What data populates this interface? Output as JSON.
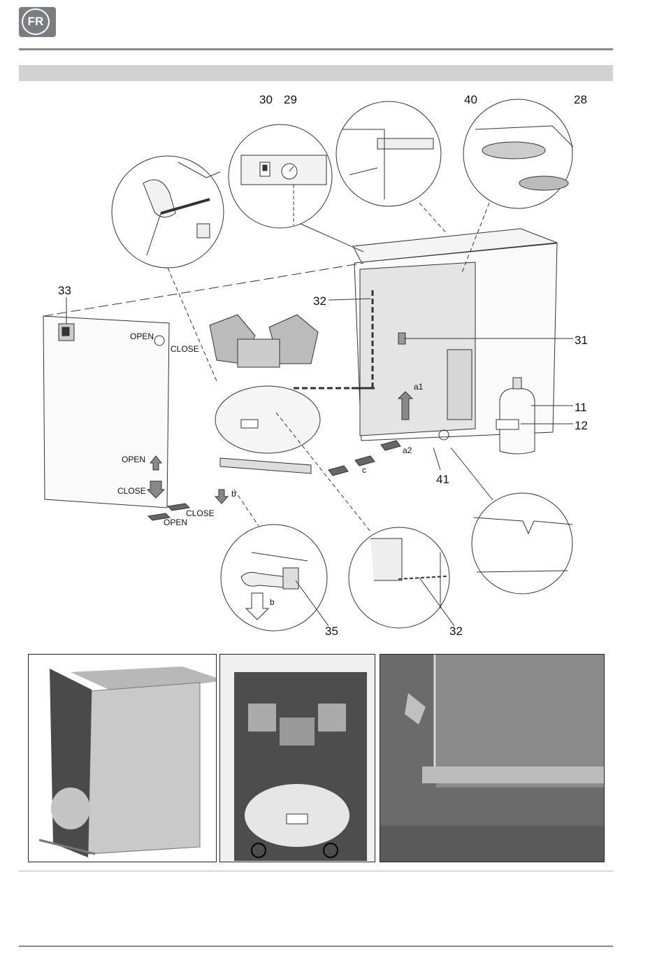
{
  "header": {
    "language_badge": "FR"
  },
  "callouts": {
    "n30": "30",
    "n29": "29",
    "n40": "40",
    "n28": "28",
    "n33": "33",
    "n32a": "32",
    "n31": "31",
    "n11": "11",
    "n12": "12",
    "n41": "41",
    "n35": "35",
    "n32b": "32"
  },
  "labels": {
    "open_1": "OPEN",
    "close_1": "CLOSE",
    "open_2": "OPEN",
    "close_2": "CLOSE",
    "close_3": "CLOSE",
    "open_3": "OPEN",
    "a1": "a1",
    "a2": "a2",
    "c": "c",
    "b1": "b",
    "b2": "b"
  },
  "colors": {
    "rule": "#8a8a8a",
    "bar": "#d2d2d2",
    "badge": "#7b7d80"
  }
}
